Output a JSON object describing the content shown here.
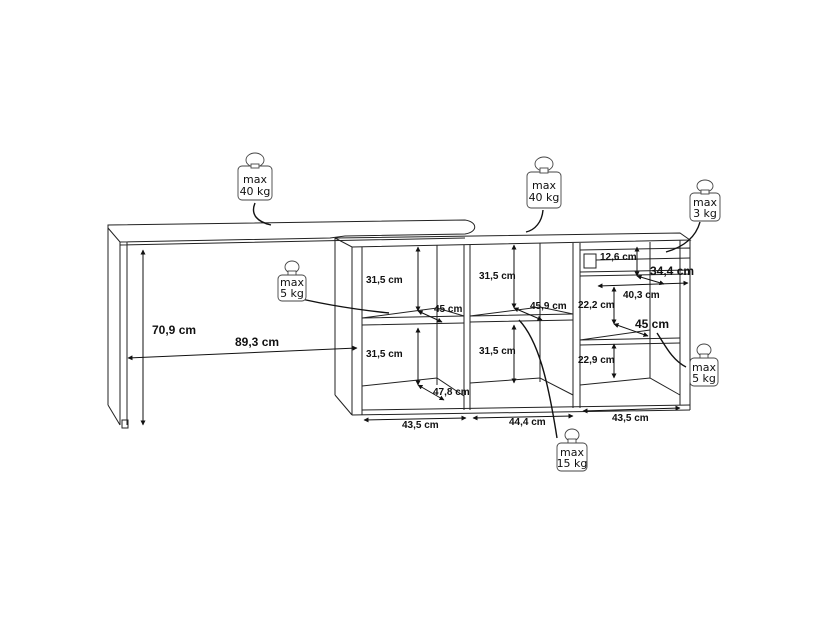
{
  "diagram": {
    "subject": "Corner desk with shelving unit and drawer - dimension drawing",
    "stroke_color": "#111111",
    "background": "#ffffff",
    "dimensions": {
      "desk_height": "70,9 cm",
      "desk_leg_span": "89,3 cm",
      "left_top_shelf_height": "31,5 cm",
      "left_top_shelf_depth": "45 cm",
      "left_bottom_shelf_height": "31,5 cm",
      "left_bottom_shelf_depth": "47,8 cm",
      "mid_top_shelf_height": "31,5 cm",
      "mid_top_shelf_depth": "45,9 cm",
      "mid_bottom_shelf_height": "31,5 cm",
      "drawer_height": "12,6 cm",
      "drawer_depth": "34,4 cm",
      "drawer_width": "40,3 cm",
      "right_mid_shelf_height": "22,2 cm",
      "right_mid_shelf_depth": "45 cm",
      "right_bottom_shelf_height": "22,9 cm",
      "bottom_width_left": "43,5 cm",
      "bottom_width_mid": "44,4 cm",
      "bottom_width_right": "43,5 cm"
    },
    "weights": [
      {
        "id": "desktop",
        "line1": "max",
        "line2": "40 kg"
      },
      {
        "id": "cabinet-top",
        "line1": "max",
        "line2": "40 kg"
      },
      {
        "id": "drawer",
        "line1": "max",
        "line2": "3 kg"
      },
      {
        "id": "left-shelf",
        "line1": "max",
        "line2": "5 kg"
      },
      {
        "id": "right-shelf",
        "line1": "max",
        "line2": "5 kg"
      },
      {
        "id": "middle-shelf",
        "line1": "max",
        "line2": "15 kg"
      }
    ]
  }
}
